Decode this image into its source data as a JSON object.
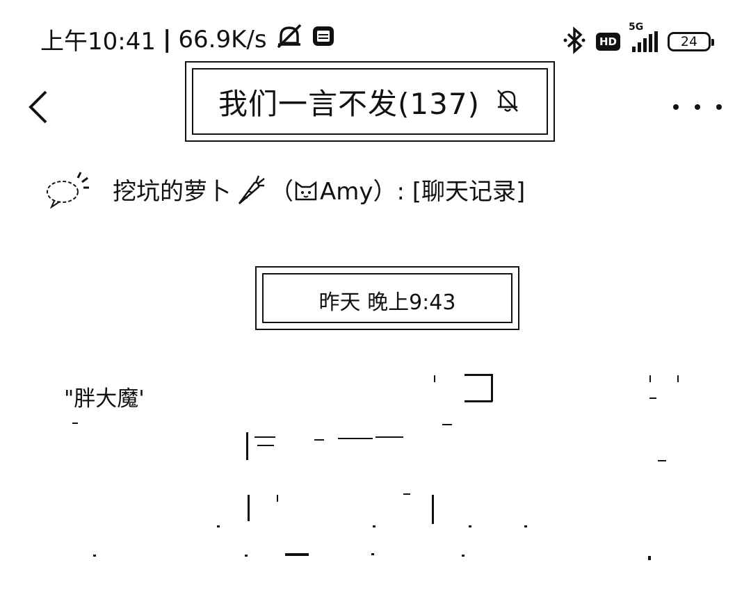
{
  "status_bar": {
    "time": "上午10:41",
    "separator": "|",
    "net_speed": "66.9K/s",
    "network": "5G",
    "hd": "HD",
    "battery": "24",
    "icons": [
      "alarm-off-icon",
      "app-notification-icon",
      "bluetooth-icon",
      "hd-icon",
      "signal-icon",
      "battery-icon"
    ]
  },
  "nav": {
    "back_icon": "chevron-left-icon",
    "title": "我们一言不发(137)",
    "mute_icon": "bell-off-icon",
    "more_icon": "more-dots-icon"
  },
  "pinned": {
    "icon": "speech-bubble-icon",
    "name": "挖坑的萝卜",
    "open_paren": "（",
    "nickname": "Amy",
    "close_paren": "）: [聊天记录]"
  },
  "messages": {
    "time_divider": "昨天 晚上9:43",
    "sender": "\"胖大魔'"
  },
  "colors": {
    "text": "#111111",
    "background": "#ffffff"
  }
}
